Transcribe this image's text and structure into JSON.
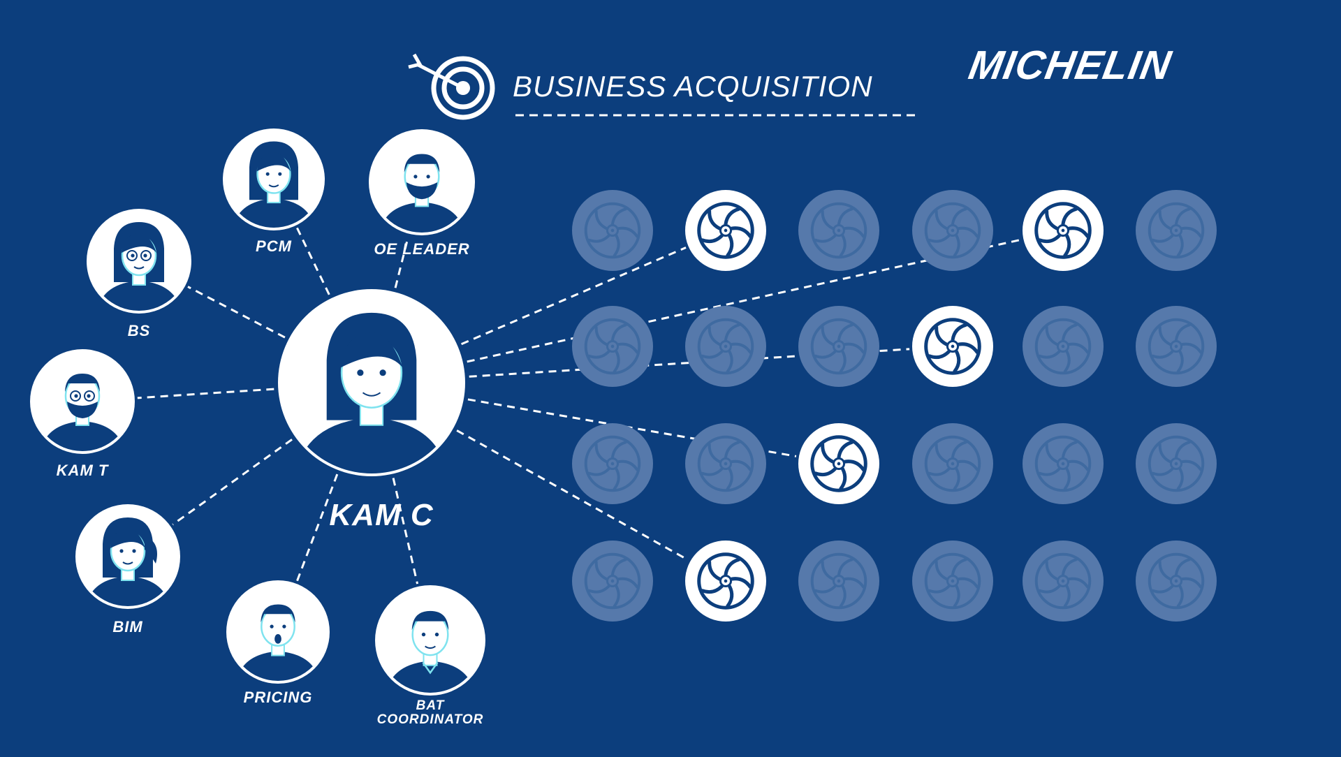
{
  "brand": "MICHELIN",
  "title": "BUSINESS ACQUISITION",
  "colors": {
    "background": "#0c3e7d",
    "node": "#ffffff",
    "ink": "#0c3e7d",
    "accent": "#7fe3ef",
    "faded": "#5679ab"
  },
  "center": {
    "label": "KAM C",
    "icon": "woman-avatar-icon"
  },
  "people": [
    {
      "id": "pcm",
      "label": "PCM",
      "icon": "woman-avatar-icon"
    },
    {
      "id": "oe-leader",
      "label": "OE LEADER",
      "icon": "bearded-man-avatar-icon"
    },
    {
      "id": "bs",
      "label": "BS",
      "icon": "woman-glasses-avatar-icon"
    },
    {
      "id": "kam-t",
      "label": "KAM T",
      "icon": "man-glasses-beard-avatar-icon"
    },
    {
      "id": "bim",
      "label": "BIM",
      "icon": "woman-ponytail-avatar-icon"
    },
    {
      "id": "pricing",
      "label": "PRICING",
      "icon": "surprised-man-avatar-icon"
    },
    {
      "id": "bat-coordinator",
      "label": "BAT COORDINATOR",
      "label_lines": [
        "BAT",
        "COORDINATOR"
      ],
      "icon": "man-tie-avatar-icon"
    }
  ],
  "tire_grid": {
    "rows": 4,
    "cols": 6,
    "highlighted": [
      [
        0,
        1
      ],
      [
        0,
        4
      ],
      [
        1,
        3
      ],
      [
        2,
        2
      ],
      [
        3,
        1
      ]
    ]
  },
  "icons": {
    "target": "target-arrow-icon",
    "tire": "tire-icon"
  }
}
